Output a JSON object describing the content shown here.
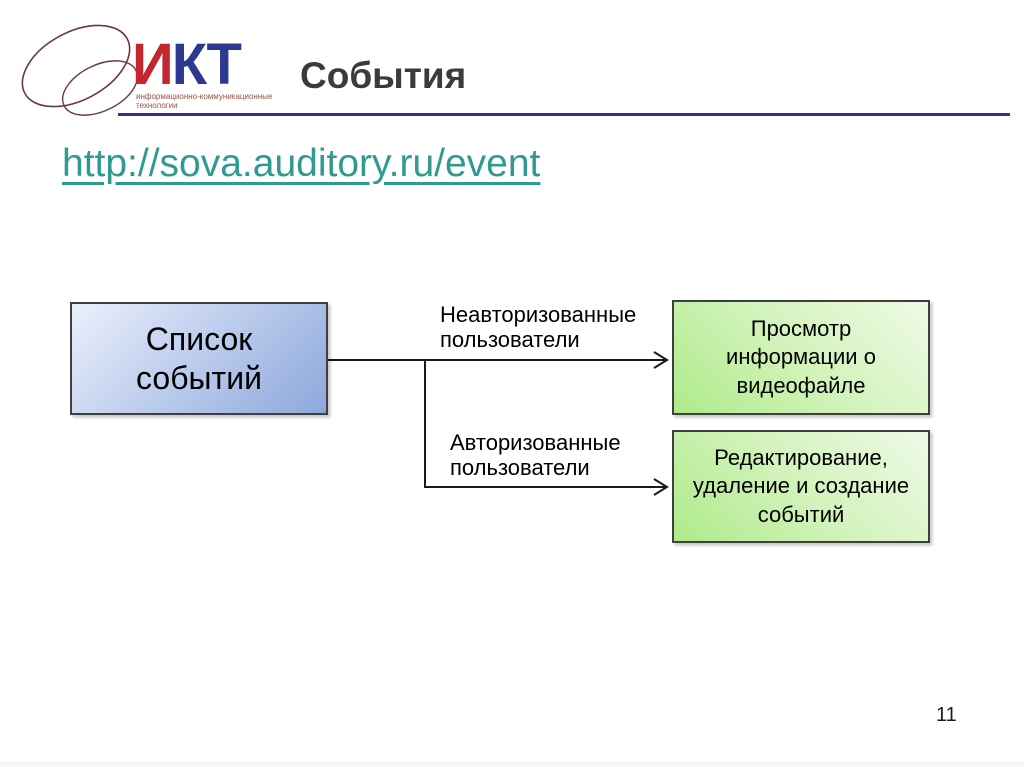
{
  "logo": {
    "text_red": "И",
    "text_blue": "КТ",
    "tagline_line1": "информационно-коммуникационные",
    "tagline_line2": "технологии"
  },
  "header": {
    "title": "События"
  },
  "link": {
    "text": "http://sova.auditory.ru/event",
    "color": "#2f9a90"
  },
  "diagram": {
    "source_box": {
      "label": "Список событий"
    },
    "branches": [
      {
        "label": "Неавторизованные пользователи",
        "target": "Просмотр информации о видеофайле"
      },
      {
        "label": "Авторизованные пользователи",
        "target": "Редактирование, удаление и создание событий"
      }
    ]
  },
  "footer": {
    "page_number": "11"
  },
  "colors": {
    "header_line": "#2e3192",
    "logo_red": "#c4262e",
    "logo_blue": "#2b3990",
    "logo_tagline": "#9c4f47",
    "source_box_gradient_start": "#eaeffb",
    "source_box_gradient_end": "#8ca8db",
    "target_box_gradient_start": "#aeea8a",
    "target_box_gradient_end": "#eefae6",
    "box_border": "#3f3f3f",
    "arrow": "#1a1a1a"
  }
}
